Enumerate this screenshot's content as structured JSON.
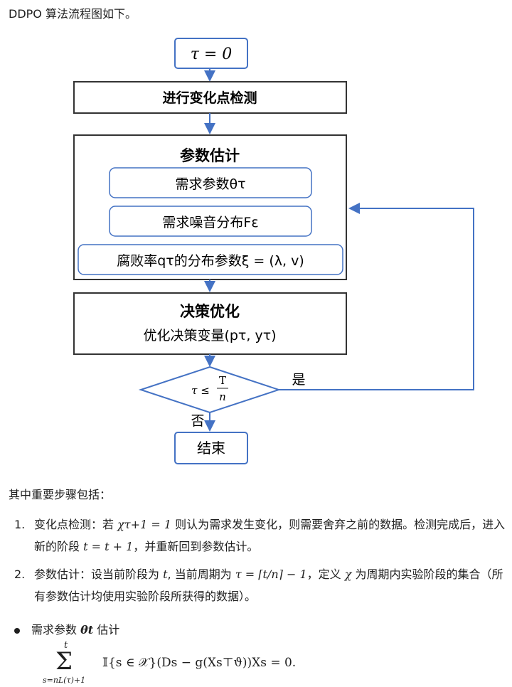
{
  "intro": "DDPO 算法流程图如下。",
  "flow": {
    "start": "τ = 0",
    "detect": "进行变化点检测",
    "estimate_title": "参数估计",
    "demand_param": "需求参数θτ",
    "noise_dist": "需求噪音分布Fε",
    "decay_param": "腐败率qτ的分布参数ξ = (λ, v)",
    "decision_title": "决策优化",
    "decision_sub": "优化决策变量(pτ, yτ)",
    "cond_left": "τ ≤",
    "cond_num": "T",
    "cond_den": "n",
    "yes": "是",
    "no": "否",
    "end": "结束"
  },
  "steps_intro": "其中重要步骤包括：",
  "steps": [
    {
      "num": "1.",
      "a": "变化点检测：若",
      "m1": "χτ+1 = 1",
      "b": "则认为需求发生变化，则需要舍弃之前的数据。检测完成后，进入新的阶段",
      "m2": "t = t + 1",
      "c": "，并重新回到参数估计。"
    },
    {
      "num": "2.",
      "a": "参数估计：设当前阶段为",
      "m1": "t",
      "b": ", 当前周期为",
      "m2": "τ = ⌈t/n⌉ − 1",
      "c": "，定义",
      "m3": "χ",
      "d": "为周期内实验阶段的集合（所有参数估计均使用实验阶段所获得的数据）。"
    }
  ],
  "bullet": {
    "a": "需求参数",
    "m": "θt",
    "b": "估计"
  },
  "formula": {
    "top": "t",
    "sum": "Σ",
    "bottom": "s=nL(τ)+1",
    "body": "𝕀{s ∈ 𝒳}(Ds − g(Xs⊤ϑ))Xs = 0."
  },
  "colors": {
    "arrow": "#4472c4",
    "box": "#333333",
    "inner": "#4472c4"
  }
}
